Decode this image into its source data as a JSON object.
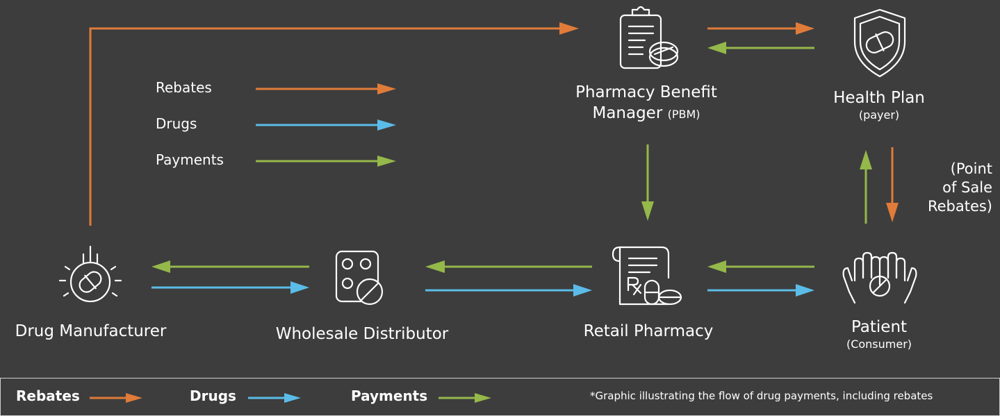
{
  "colors": {
    "background": "#3d3d3d",
    "rebates": "#e07b39",
    "drugs": "#5bbce8",
    "payments": "#95b84a",
    "icon_stroke": "#ffffff"
  },
  "legend": {
    "rebates": "Rebates",
    "drugs": "Drugs",
    "payments": "Payments"
  },
  "nodes": {
    "pbm": {
      "line1": "Pharmacy Benefit",
      "line2": "Manager",
      "abbr": "(PBM)",
      "icon": "prescription-clipboard-icon"
    },
    "health_plan": {
      "title": "Health Plan",
      "sub": "(payer)",
      "icon": "shield-pill-icon"
    },
    "manufacturer": {
      "title": "Drug Manufacturer",
      "icon": "pill-flask-icon"
    },
    "distributor": {
      "title": "Wholesale Distributor",
      "icon": "pill-pack-icon"
    },
    "pharmacy": {
      "title": "Retail Pharmacy",
      "icon": "rx-receipt-icon"
    },
    "patient": {
      "title": "Patient",
      "sub": "(Consumer)",
      "icon": "hands-pill-icon"
    }
  },
  "point_of_sale": {
    "line1": "(Point",
    "line2": "of Sale",
    "line3": "Rebates)"
  },
  "footer": {
    "rebates": "Rebates",
    "drugs": "Drugs",
    "payments": "Payments",
    "note": "*Graphic illustrating the flow of drug payments, including rebates"
  }
}
